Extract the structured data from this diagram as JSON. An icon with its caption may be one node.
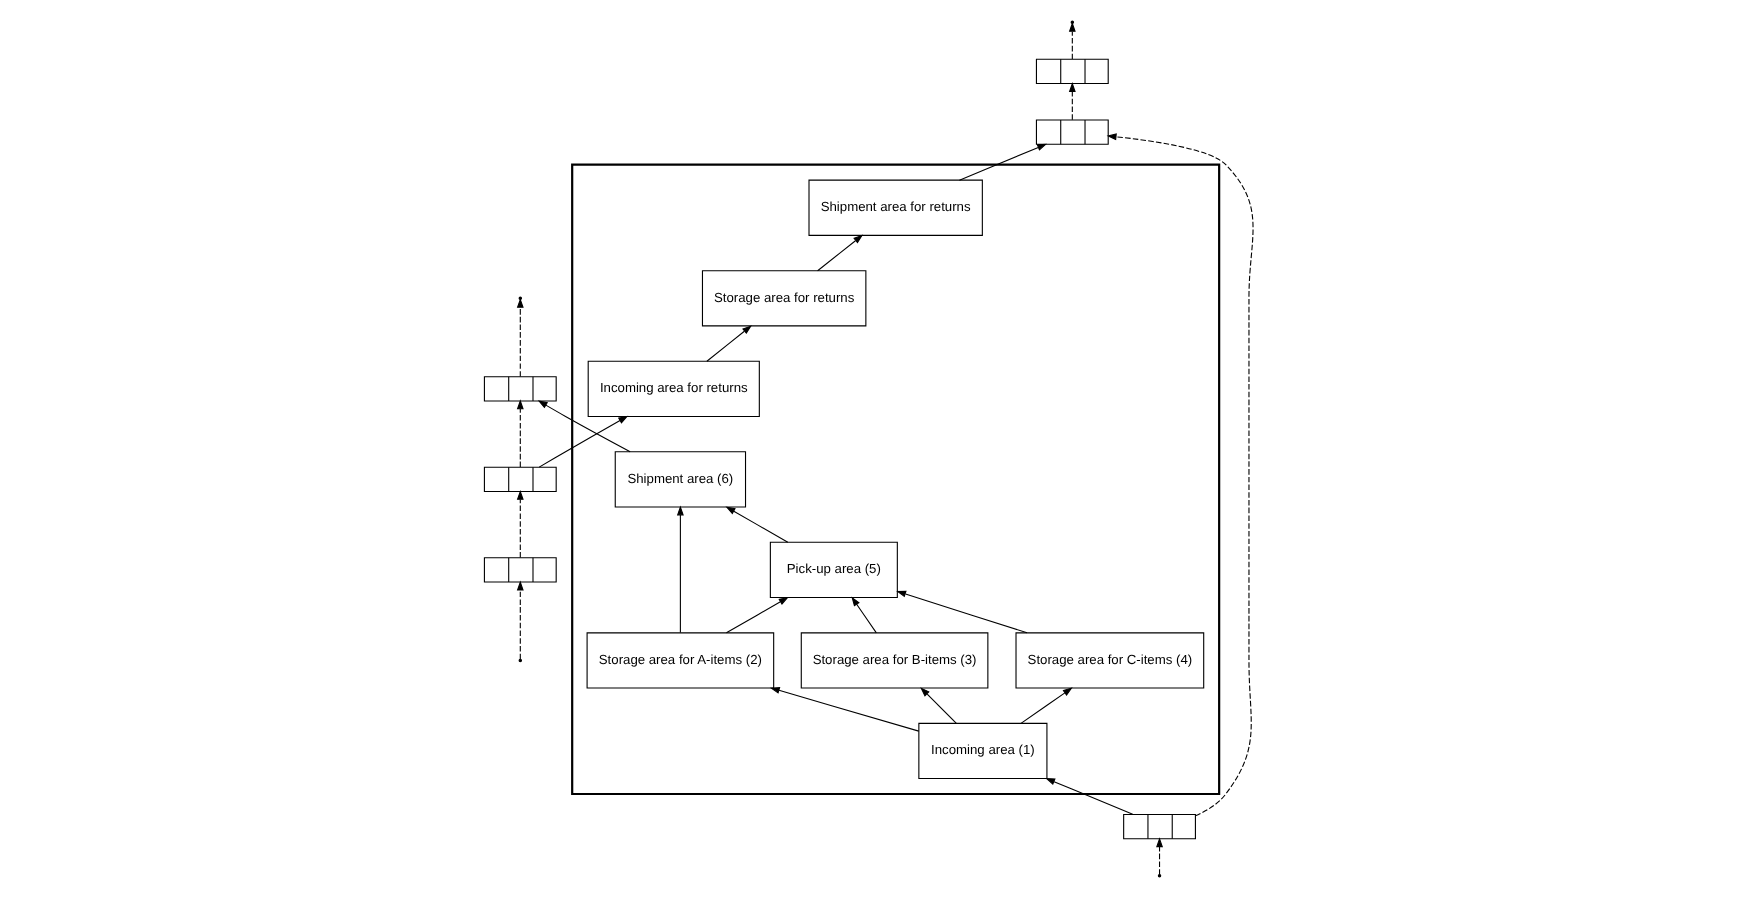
{
  "diagram": {
    "nodes": [
      {
        "text": [],
        "shape": "truck"
      },
      {
        "text": [],
        "shape": "truck"
      },
      {
        "text": [],
        "shape": "truck"
      },
      {
        "text": [],
        "shape": "box"
      },
      {
        "text": [
          "Shipment area (6)"
        ],
        "in": 3
      },
      {
        "text": [
          "Pick-up area (5)"
        ],
        "in": 3
      },
      {
        "text": [
          "Incoming area for returns"
        ],
        "in": 3
      },
      {
        "text": [
          "Storage area for A-items (2)"
        ],
        "in": 3
      },
      {
        "text": [
          "Storage area for B-items (3)"
        ],
        "in": 3
      },
      {
        "text": [
          "Storage area for C-items (4)"
        ],
        "in": 3
      },
      {
        "text": [
          "Storage area for returns"
        ],
        "in": 3
      },
      {
        "text": [
          "Incoming area (1)"
        ],
        "in": 3
      },
      {
        "text": [
          "Shipment area for returns"
        ],
        "in": 3
      },
      {
        "text": [],
        "shape": "truck"
      },
      {
        "text": [],
        "shape": "truck"
      },
      {
        "text": [],
        "shape": "truck"
      }
    ],
    "edges": [
      {
        "from": null,
        "to": 13,
        "arrow": "to",
        "style": "dashed"
      },
      {
        "from": 13,
        "to": 14,
        "arrow": "to",
        "style": "dashed"
      },
      {
        "from": 14,
        "to": 0,
        "arrow": "to",
        "style": "dashed"
      },
      {
        "from": 0,
        "to": null,
        "arrow": "to",
        "style": "dashed"
      },
      {
        "from": null,
        "to": 15,
        "arrow": "to",
        "style": "dashed"
      },
      {
        "from": 15,
        "to": 2,
        "arrow": "to",
        "style": "dashed"
      },
      {
        "from": 2,
        "to": 1,
        "arrow": "to",
        "style": "dashed"
      },
      {
        "from": 1,
        "to": null,
        "arrow": "to",
        "style": "dashed"
      },
      {
        "from": 13,
        "to": 11,
        "arrow": "to"
      },
      {
        "from": 11,
        "to": 7,
        "arrow": "to"
      },
      {
        "from": 11,
        "to": 8,
        "arrow": "to"
      },
      {
        "from": 11,
        "to": 9,
        "arrow": "to"
      },
      {
        "from": 7,
        "to": 4,
        "arrow": "to"
      },
      {
        "from": 7,
        "to": 5,
        "arrow": "to"
      },
      {
        "from": 8,
        "to": 5,
        "arrow": "to"
      },
      {
        "from": 9,
        "to": 5,
        "arrow": "to"
      },
      {
        "from": 5,
        "to": 4,
        "arrow": "to"
      },
      {
        "from": 4,
        "to": 1,
        "arrow": "to"
      },
      {
        "from": 2,
        "to": 6,
        "arrow": "to"
      },
      {
        "from": 6,
        "to": 10,
        "arrow": "to"
      },
      {
        "from": 10,
        "to": 12,
        "arrow": "to"
      },
      {
        "from": 12,
        "to": 14,
        "arrow": "to"
      }
    ]
  }
}
